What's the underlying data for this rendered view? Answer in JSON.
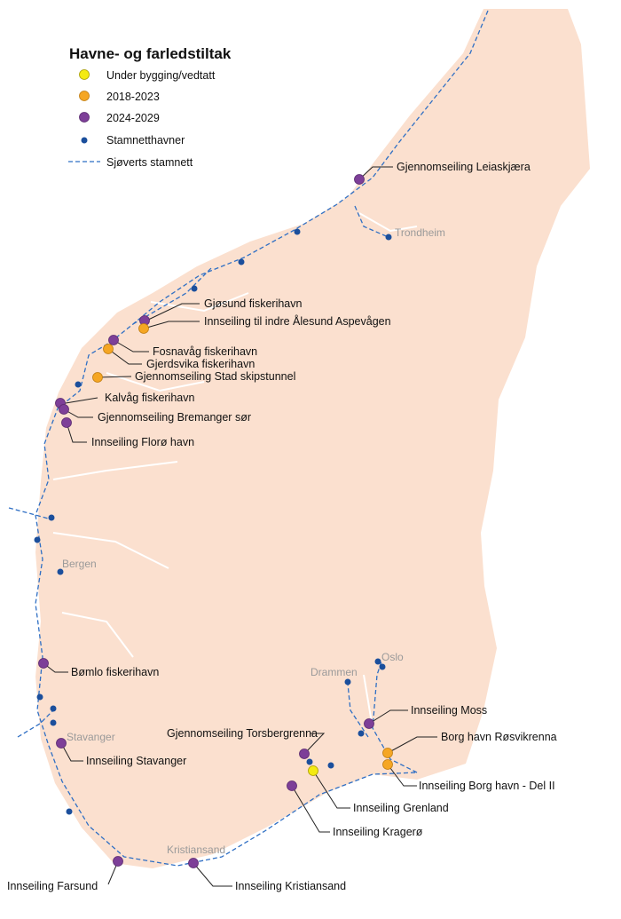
{
  "legend": {
    "title": "Havne- og farledstiltak",
    "items": [
      {
        "label": "Under bygging/vedtatt",
        "color": "#f4ea12"
      },
      {
        "label": "2018-2023",
        "color": "#f5a623"
      },
      {
        "label": "2024-2029",
        "color": "#7d3f98"
      },
      {
        "label": "Stamnetthavner",
        "color": "#1b4f9c"
      },
      {
        "label": "Sjøverts stamnett",
        "color": "#2f6fc4"
      }
    ]
  },
  "cities": [
    "Trondheim",
    "Bergen",
    "Stavanger",
    "Kristiansand",
    "Drammen",
    "Oslo"
  ],
  "projects": [
    {
      "label": "Gjennomseiling Leiaskjæra",
      "category": "2024-2029"
    },
    {
      "label": "Gjøsund fiskerihavn",
      "category": "2024-2029"
    },
    {
      "label": "Innseiling til indre Ålesund Aspevågen",
      "category": "2018-2023"
    },
    {
      "label": "Fosnavåg fiskerihavn",
      "category": "2024-2029"
    },
    {
      "label": "Gjerdsvika fiskerihavn",
      "category": "2018-2023"
    },
    {
      "label": "Gjennomseiling Stad skipstunnel",
      "category": "2018-2023"
    },
    {
      "label": "Kalvåg fiskerihavn",
      "category": "2024-2029"
    },
    {
      "label": "Gjennomseiling Bremanger sør",
      "category": "2024-2029"
    },
    {
      "label": "Innseiling Florø havn",
      "category": "2024-2029"
    },
    {
      "label": "Bømlo fiskerihavn",
      "category": "2024-2029"
    },
    {
      "label": "Innseiling Stavanger",
      "category": "2024-2029"
    },
    {
      "label": "Innseiling Farsund",
      "category": "2024-2029"
    },
    {
      "label": "Innseiling Kristiansand",
      "category": "2024-2029"
    },
    {
      "label": "Innseiling Kragerø",
      "category": "2024-2029"
    },
    {
      "label": "Innseiling Grenland",
      "category": "Under bygging/vedtatt"
    },
    {
      "label": "Gjennomseiling Torsbergrenna",
      "category": "2024-2029"
    },
    {
      "label": "Innseiling Moss",
      "category": "2024-2029"
    },
    {
      "label": "Borg havn Røsvikrenna",
      "category": "2018-2023"
    },
    {
      "label": "Innseiling Borg havn - Del II",
      "category": "2018-2023"
    }
  ]
}
